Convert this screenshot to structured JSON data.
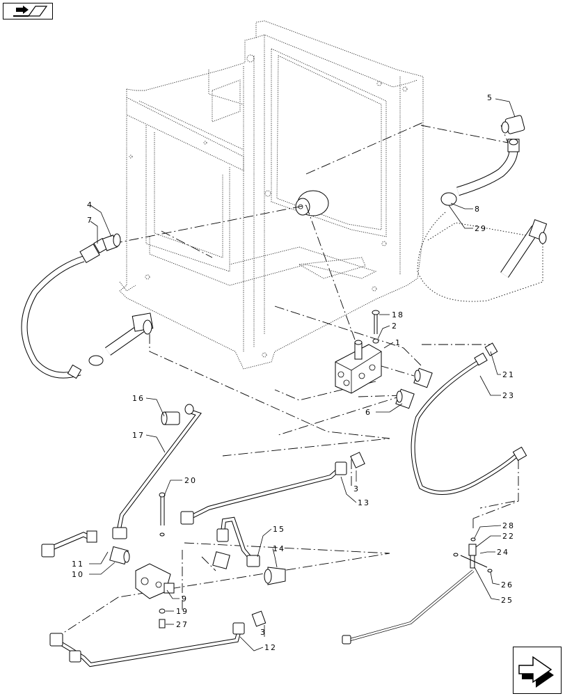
{
  "nav": {
    "top_icon": "book-open-arrow-icon",
    "bottom_icon": "next-page-arrow-icon"
  },
  "callouts": {
    "c1": "1",
    "c2": "2",
    "c3a": "3",
    "c3b": "3",
    "c4": "4",
    "c5": "5",
    "c6": "6",
    "c7": "7",
    "c8": "8",
    "c9": "9",
    "c10": "10",
    "c11": "11",
    "c12": "12",
    "c13": "13",
    "c14": "14",
    "c15": "15",
    "c16": "16",
    "c17": "17",
    "c18": "18",
    "c19": "19",
    "c20": "20",
    "c21": "21",
    "c22": "22",
    "c23": "23",
    "c24": "24",
    "c25": "25",
    "c26": "26",
    "c27": "27",
    "c28": "28",
    "c29": "29"
  }
}
